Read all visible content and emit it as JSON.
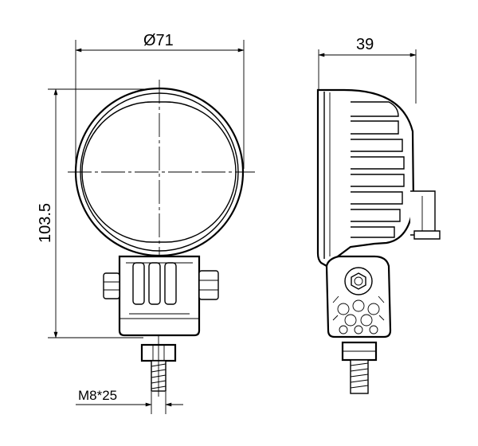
{
  "dimensions": {
    "diameter_label": "Ø71",
    "depth_label": "39",
    "height_label": "103.5",
    "thread_label": "M8*25"
  },
  "colors": {
    "line": "#000000",
    "background": "#ffffff"
  }
}
